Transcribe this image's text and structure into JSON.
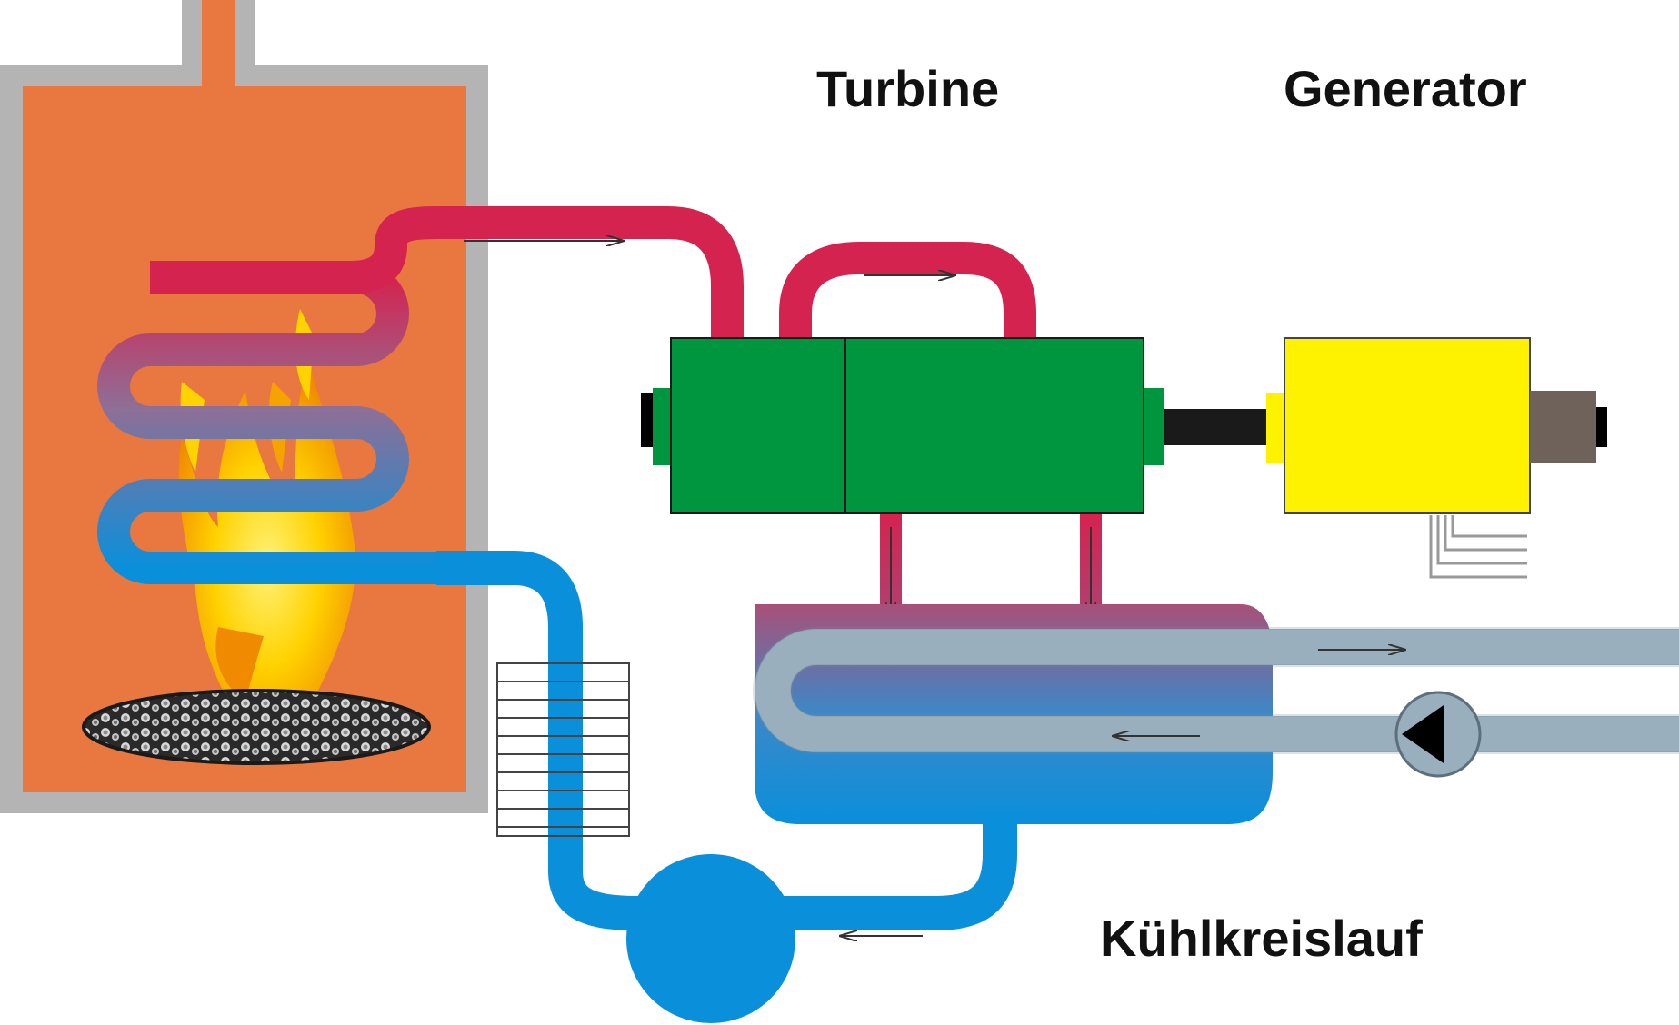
{
  "labels": {
    "turbine": "Turbine",
    "generator": "Generator",
    "cooling_circuit": "Kühlkreislauf"
  },
  "colors": {
    "boiler_fill": "#E8783F",
    "boiler_wall": "#B4B4B4",
    "steam_pipe": "#D5234F",
    "water_pipe": "#0A8FDB",
    "turbine": "#009640",
    "generator": "#FFF200",
    "shaft": "#1A1A1A",
    "cooling_pipe": "#9AAFBE",
    "flame_yellow": "#FFD200",
    "flame_orange": "#F5A300"
  },
  "icons": {
    "pump": "pump-triangle-icon",
    "flow_arrow": "arrow-icon"
  }
}
